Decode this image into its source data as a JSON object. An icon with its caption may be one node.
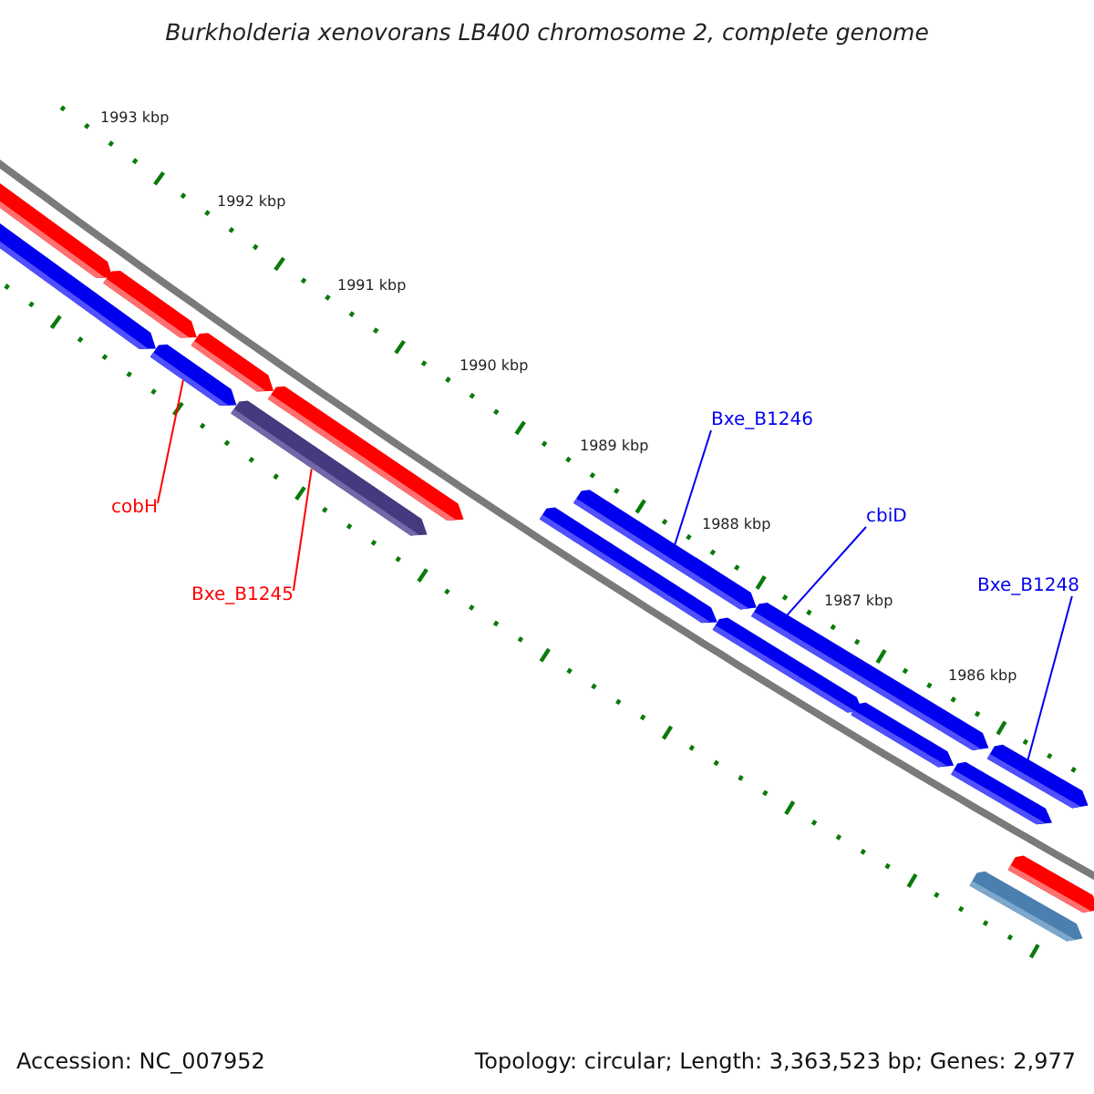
{
  "diagram": {
    "title": "Burkholderia xenovorans LB400 chromosome 2, complete genome",
    "nodes": [
      {
        "text": [
          "cobH"
        ]
      },
      {
        "text": [
          "Bxe_B1245"
        ]
      },
      {
        "text": [
          "Bxe_B1246"
        ]
      },
      {
        "text": [
          "cbiD"
        ]
      },
      {
        "text": [
          "Bxe_B1248"
        ]
      },
      {
        "text": [],
        "shape": "bar"
      },
      {
        "text": [],
        "shape": "bar"
      },
      {
        "text": [],
        "shape": "bar"
      },
      {
        "text": [],
        "shape": "bar"
      },
      {
        "text": [],
        "shape": "bar"
      },
      {
        "text": [],
        "shape": "bar"
      },
      {
        "text": [],
        "shape": "bar"
      },
      {
        "text": [],
        "shape": "bar"
      },
      {
        "text": [],
        "shape": "bar"
      },
      {
        "text": [],
        "shape": "bar"
      },
      {
        "text": [],
        "shape": "bar"
      },
      {
        "text": [],
        "shape": "bar"
      },
      {
        "text": [],
        "shape": "bar"
      },
      {
        "text": [],
        "shape": "bar"
      },
      {
        "text": [],
        "shape": "bar"
      },
      {
        "text": [],
        "shape": "bar"
      }
    ],
    "edges": [
      {
        "from": 0,
        "to": 8,
        "arrow": "none",
        "color": "#ff0000"
      },
      {
        "from": 1,
        "to": 10,
        "arrow": "none",
        "color": "#ff0000"
      },
      {
        "from": 2,
        "to": 13,
        "arrow": "none"
      },
      {
        "from": 3,
        "to": 15,
        "arrow": "none"
      },
      {
        "from": 4,
        "to": 18,
        "arrow": "none"
      }
    ],
    "labels": [
      "1993 kbp",
      "1992 kbp",
      "1991 kbp",
      "1990 kbp",
      "1989 kbp",
      "1988 kbp",
      "1987 kbp",
      "1986 kbp",
      "Accession: NC_007952",
      "Topology: circular; Length: 3,363,523 bp; Genes: 2,977"
    ]
  }
}
